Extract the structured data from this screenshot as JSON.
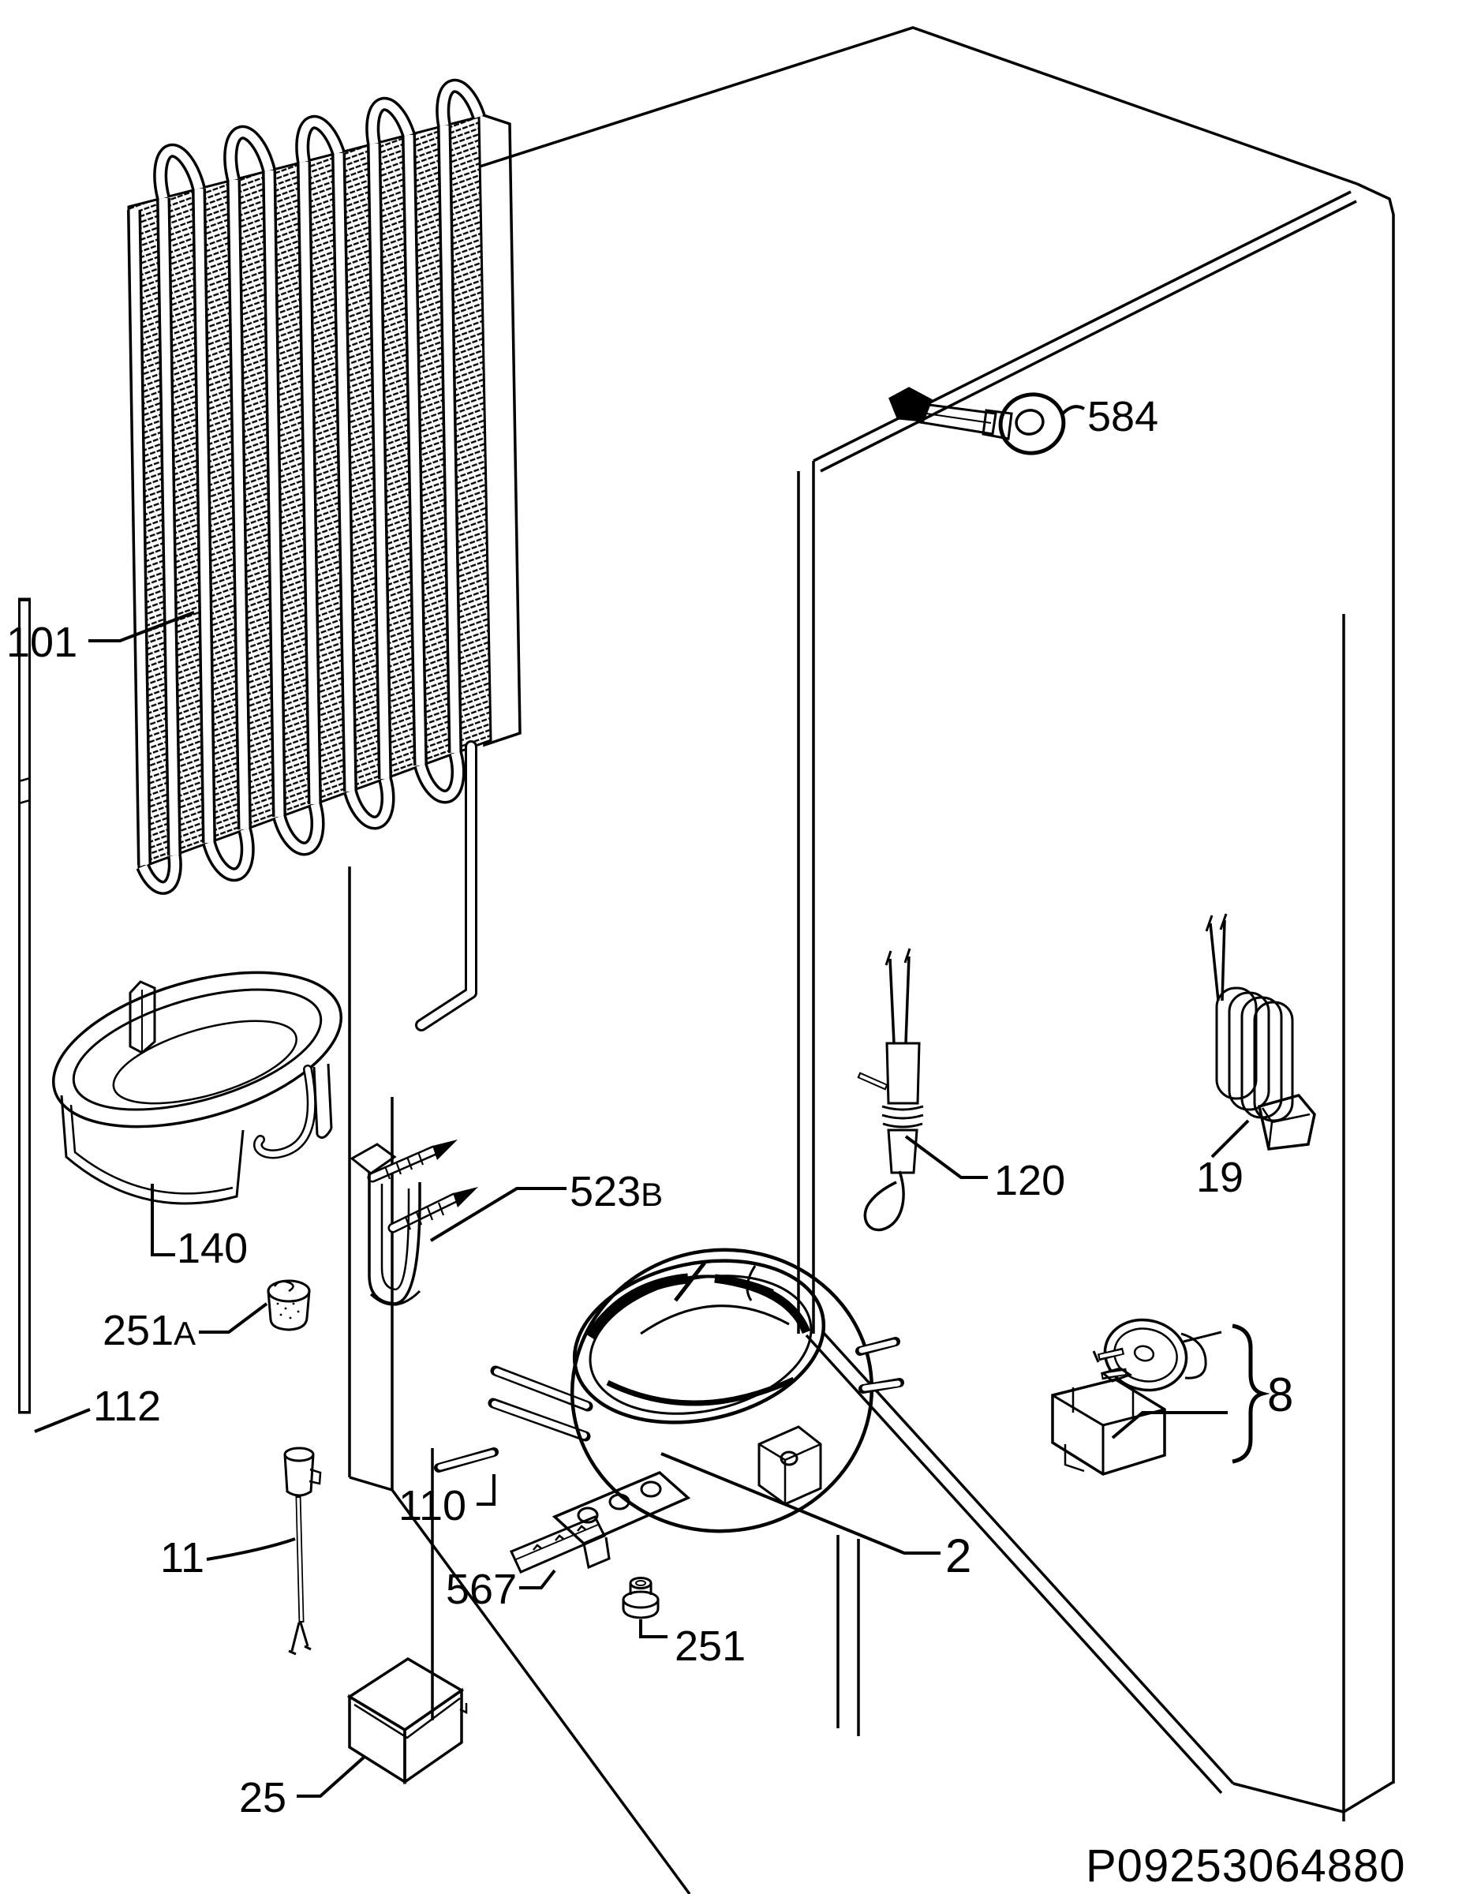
{
  "colors": {
    "ink": "#000000",
    "background": "#ffffff"
  },
  "labels": {
    "evaporator": "101",
    "sensor_584": "584",
    "drip_tray": "140",
    "grommet_251a": "251",
    "grommet_251a_suffix": "A",
    "tube_112": "112",
    "clamp_523b": "523",
    "clamp_523b_suffix": "B",
    "thermal_fuse_120": "120",
    "heater_19": "19",
    "starter_group_8": "8",
    "pin_110": "110",
    "plate_567": "567",
    "grommet_251": "251",
    "compressor_2": "2",
    "probe_11": "11",
    "box_25": "25"
  },
  "footer": {
    "drawing_number": "P09253064880"
  }
}
